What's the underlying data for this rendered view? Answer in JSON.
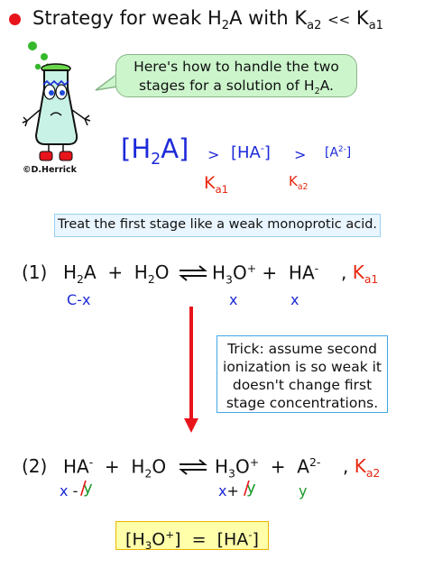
{
  "title": {
    "prefix": "Strategy for weak H",
    "sub1": "2",
    "mid": "A with K",
    "sub2": "a2",
    "lt": "<<",
    "k": "K",
    "sub3": "a1"
  },
  "bubble": {
    "line1": "Here's how to handle the two",
    "line2_prefix": "stages for a solution of H",
    "line2_sub": "2",
    "line2_suffix": "A."
  },
  "credit": "©D.Herrick",
  "concentrations": {
    "h2a": "[H",
    "h2a_sub": "2",
    "h2a_end": "A]",
    "gt1": ">",
    "ha": "[HA",
    "ha_sup": "-",
    "ha_end": "]",
    "gt2": ">",
    "a2": "[A",
    "a2_sup": "2-",
    "a2_end": "]",
    "ka1": "K",
    "ka1_sub": "a1",
    "ka2": "K",
    "ka2_sub": "a2"
  },
  "note": "Treat the first stage like a weak monoprotic acid.",
  "eq1": {
    "label": "(1)",
    "ka": "K",
    "ka_sub": "a1",
    "below_h2a": "C-x",
    "below_h3o": "x",
    "below_ha": "x"
  },
  "trick": {
    "line1": "Trick:  assume second",
    "line2": "ionization is so weak it",
    "line3": "doesn't change first",
    "line4": "stage concentrations."
  },
  "eq2": {
    "label": "(2)",
    "ka": "K",
    "ka_sub": "a2",
    "below_ha_x": "x",
    "below_ha_minus": "-",
    "below_h3o_x": "x",
    "below_h3o_plus": "+",
    "below_a2": "y"
  },
  "result": "[H3O+] = [HA-]"
}
